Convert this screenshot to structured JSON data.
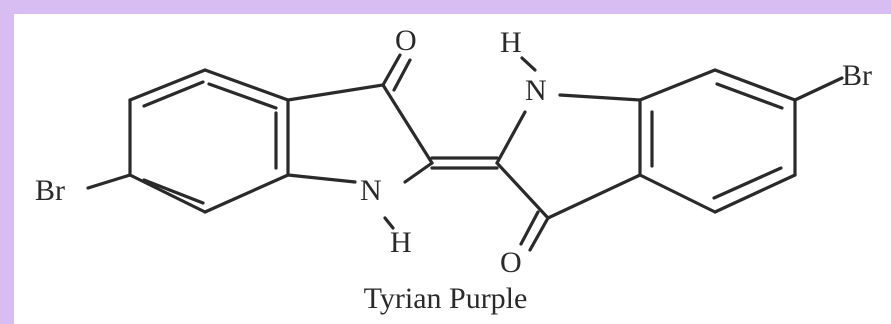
{
  "figure": {
    "caption": "Tyrian Purple",
    "atoms": {
      "o_top": "O",
      "h_top": "H",
      "n_top": "N",
      "br_right": "Br",
      "br_left": "Br",
      "n_bottom": "N",
      "h_bottom": "H",
      "o_bottom": "O"
    }
  },
  "colors": {
    "border": "#d7bdf2",
    "ink": "#2a2a2a",
    "background": "#ffffff"
  }
}
